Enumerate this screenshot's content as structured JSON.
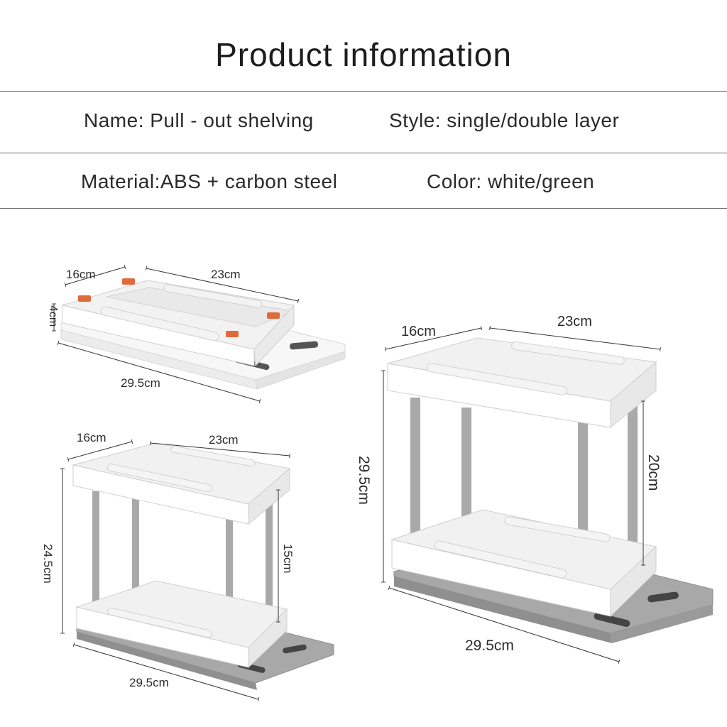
{
  "header": {
    "title": "Product information"
  },
  "specs": {
    "name": "Name: Pull - out shelving",
    "style": "Style: single/double layer",
    "material": "Material:ABS + carbon steel",
    "color": "Color: white/green"
  },
  "single_layer": {
    "depth": "16cm",
    "width": "23cm",
    "height": "4cm",
    "length": "29.5cm"
  },
  "double_small": {
    "depth": "16cm",
    "width": "23cm",
    "total_height": "24.5cm",
    "layer_gap": "15cm",
    "length": "29.5cm"
  },
  "double_large": {
    "depth": "16cm",
    "width": "23cm",
    "total_height": "29.5cm",
    "layer_gap": "20cm",
    "length": "29.5cm"
  },
  "colors": {
    "shelf_white": "#ffffff",
    "shelf_edge": "#d6d6d6",
    "base_gray": "#9a9a9a",
    "pole_gray": "#a9a9a9",
    "accent_orange": "#e06a3c"
  }
}
